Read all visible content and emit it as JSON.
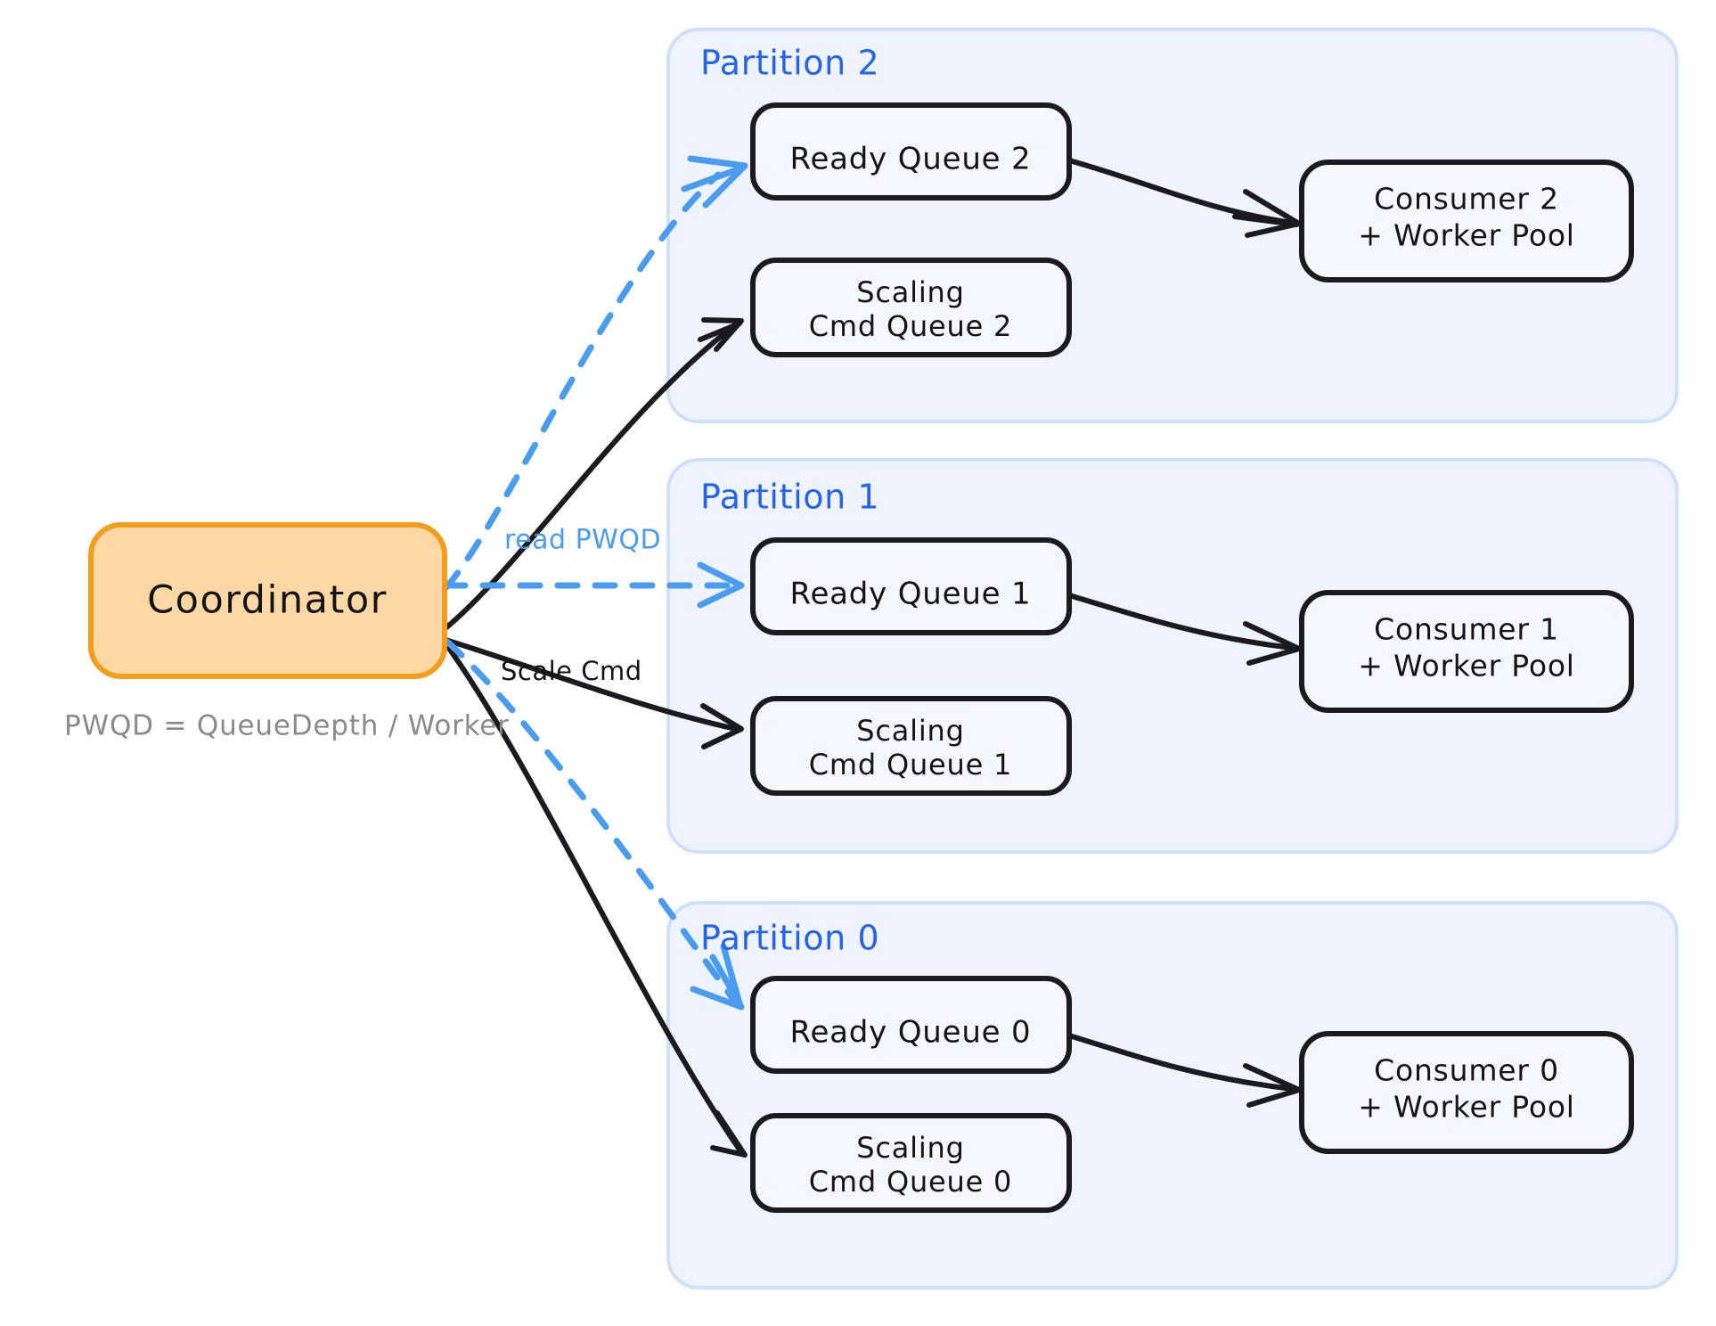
{
  "diagram": {
    "title": "Partitioned queue coordinator architecture",
    "background": "#ffffff"
  },
  "colors": {
    "coordinator_fill": "#fcd9a4",
    "coordinator_stroke": "#f29d1c",
    "partition_fill": "#eff3fe",
    "partition_stroke": "#cfe0fb",
    "partition_label": "#2563eb",
    "box_fill": "#f4f7fe",
    "box_stroke": "#1b1b1f",
    "edge_solid": "#1b1b1f",
    "edge_dashed": "#4a9cf0",
    "legend_text": "#8a8a8a"
  },
  "coordinator": {
    "label": "Coordinator"
  },
  "legend": {
    "text": "PWQD = QueueDepth / Worker"
  },
  "edge_labels": {
    "read_pwqd": "read PWQD",
    "scale_cmd": "Scale Cmd"
  },
  "partitions": [
    {
      "id": "partition-2",
      "label": "Partition 2",
      "ready_queue": "Ready Queue 2",
      "scaling_queue_line1": "Scaling",
      "scaling_queue_line2": "Cmd Queue 2",
      "consumer_line1": "Consumer 2",
      "consumer_line2": "+ Worker Pool"
    },
    {
      "id": "partition-1",
      "label": "Partition 1",
      "ready_queue": "Ready Queue 1",
      "scaling_queue_line1": "Scaling",
      "scaling_queue_line2": "Cmd Queue 1",
      "consumer_line1": "Consumer 1",
      "consumer_line2": "+ Worker Pool"
    },
    {
      "id": "partition-0",
      "label": "Partition 0",
      "ready_queue": "Ready Queue 0",
      "scaling_queue_line1": "Scaling",
      "scaling_queue_line2": "Cmd Queue 0",
      "consumer_line1": "Consumer 0",
      "consumer_line2": "+ Worker Pool"
    }
  ]
}
